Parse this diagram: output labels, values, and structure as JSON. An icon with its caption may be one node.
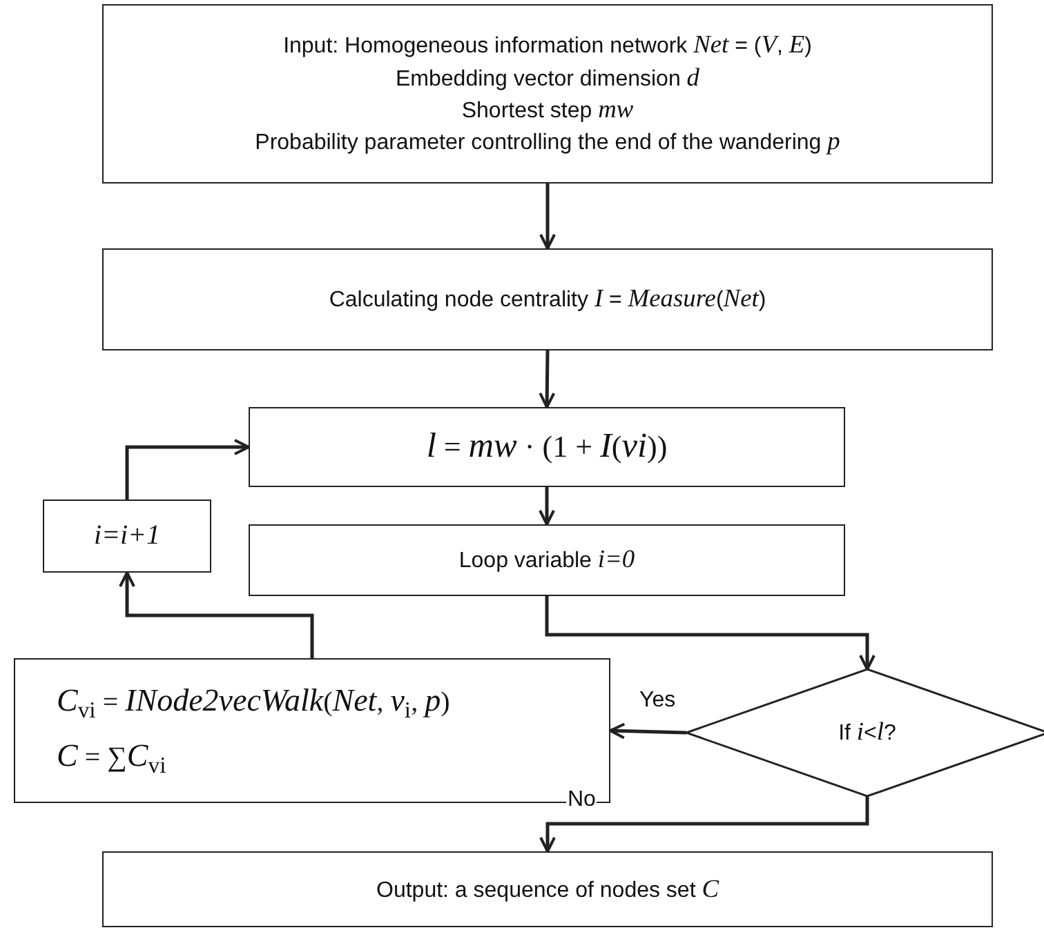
{
  "diagram": {
    "nodes": [
      {
        "text": [
          "Input: Homogeneous information network *Net* = (*V*, *E*)",
          "Embedding vector dimension *d*",
          "Shortest step *mw*",
          "Probability parameter controlling the end of the wandering *p*"
        ]
      },
      {
        "text": [
          "Calculating node centrality *I* = *Measure*(*Net*)"
        ]
      },
      {
        "text": [
          "*l* = *mw* · (1 + *I*(*vi*))"
        ]
      },
      {
        "text": [
          "Loop variable *i=0*"
        ]
      },
      {
        "text": [
          "i=i+1"
        ]
      },
      {
        "text": [
          "If *i*<*l*?"
        ]
      },
      {
        "text": [
          "*C*$_{vi}$ = *INode2vecWalk*(*Net*, *v*$_{i}$, *p*)",
          "*C* = ∑*C*$_{vi}$"
        ]
      },
      {
        "text": [
          "Output: a sequence of nodes set *C*"
        ]
      }
    ],
    "edges": [
      {
        "from": 0,
        "to": 1,
        "arrow": "to"
      },
      {
        "from": 1,
        "to": 2,
        "arrow": "to"
      },
      {
        "from": 2,
        "to": 3,
        "arrow": "to"
      },
      {
        "from": 3,
        "to": 5,
        "arrow": "to"
      },
      {
        "from": 5,
        "to": 6,
        "arrow": "to",
        "label": "Yes"
      },
      {
        "from": 6,
        "to": 4,
        "arrow": "to"
      },
      {
        "from": 4,
        "to": 2,
        "arrow": "to"
      },
      {
        "from": 5,
        "to": 7,
        "arrow": "to",
        "label": "No"
      }
    ]
  }
}
